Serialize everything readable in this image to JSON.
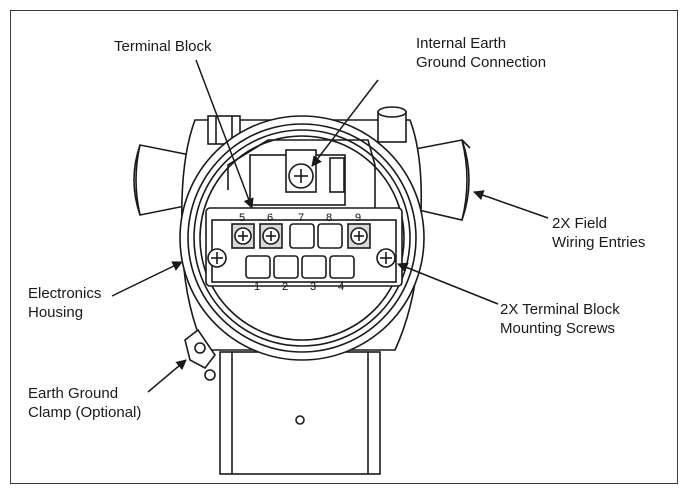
{
  "labels": {
    "terminal_block": "Terminal Block",
    "internal_earth_1": "Internal Earth",
    "internal_earth_2": "Ground Connection",
    "field_wiring_1": "2X Field",
    "field_wiring_2": "Wiring Entries",
    "electronics_1": "Electronics",
    "electronics_2": "Housing",
    "mounting_1": "2X Terminal Block",
    "mounting_2": "Mounting Screws",
    "earth_clamp_1": "Earth Ground",
    "earth_clamp_2": "Clamp (Optional)"
  },
  "terminals": {
    "top": [
      "5",
      "6",
      "7",
      "8",
      "9"
    ],
    "bottom": [
      "1",
      "2",
      "3",
      "4"
    ]
  },
  "colors": {
    "line": "#1a1a1a",
    "fill": "#ffffff",
    "shade": "#d9d9d9"
  }
}
